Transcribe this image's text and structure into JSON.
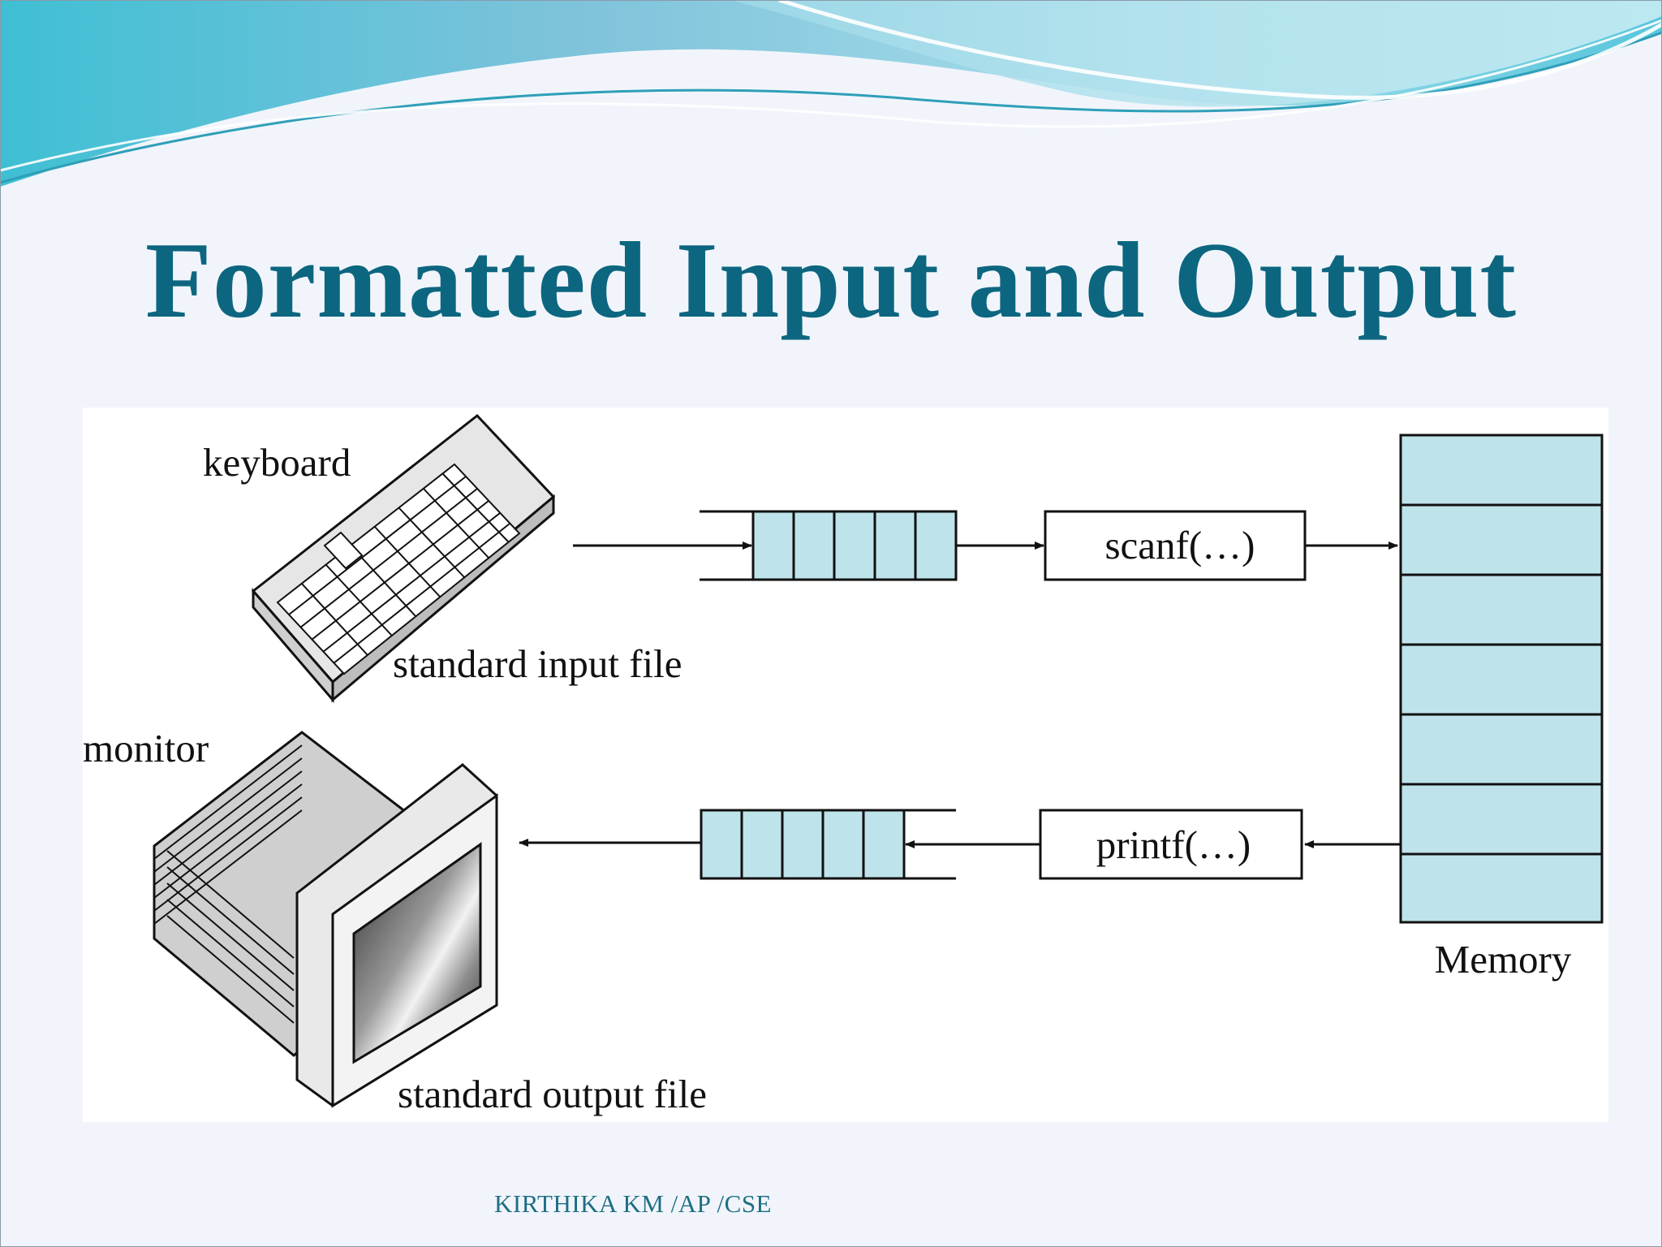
{
  "slide": {
    "title": "Formatted Input and Output",
    "footer": "KIRTHIKA KM /AP /CSE"
  },
  "diagram": {
    "keyboard_label": "keyboard",
    "input_file_label": "standard input file",
    "monitor_label": "monitor",
    "output_file_label": "standard output file",
    "scanf_label": "scanf(…)",
    "printf_label": "printf(…)",
    "memory_label": "Memory"
  },
  "icons": {
    "keyboard": "keyboard-icon",
    "monitor": "monitor-icon"
  },
  "colors": {
    "title": "#0d6680",
    "footer": "#1f6e84",
    "buffer_cell": "#bfe3ea",
    "memory_cell": "#bfe3ea",
    "header_wave": "#6cc6da"
  }
}
